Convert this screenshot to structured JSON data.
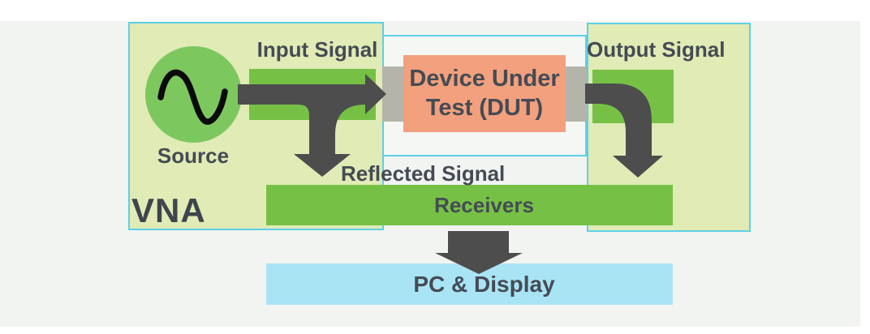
{
  "colors": {
    "bg_page": "#ffffff",
    "bg_panel": "#f2f4f1",
    "panel_green": "#e0ebb6",
    "border_cyan": "#5ed0e5",
    "bar_green": "#76c145",
    "circle_green": "#7dc75f",
    "dut_salmon": "#f2a07d",
    "connector_gray": "#b4b4aa",
    "arrow_dark": "#4d4d4d",
    "text_dark": "#454b54",
    "pc_blue": "#a9e4f5",
    "dut_bg": "#f5f7f4",
    "sine_black": "#0b0b0b"
  },
  "diagram": {
    "labels": {
      "vna": "VNA",
      "source": "Source",
      "input_signal": "Input Signal",
      "output_signal": "Output Signal",
      "reflected_signal": "Reflected Signal",
      "device_under_test": "Device Under Test (DUT)",
      "receivers": "Receivers",
      "pc_display": "PC & Display"
    },
    "icons": {
      "source": "sine-wave-icon"
    }
  }
}
